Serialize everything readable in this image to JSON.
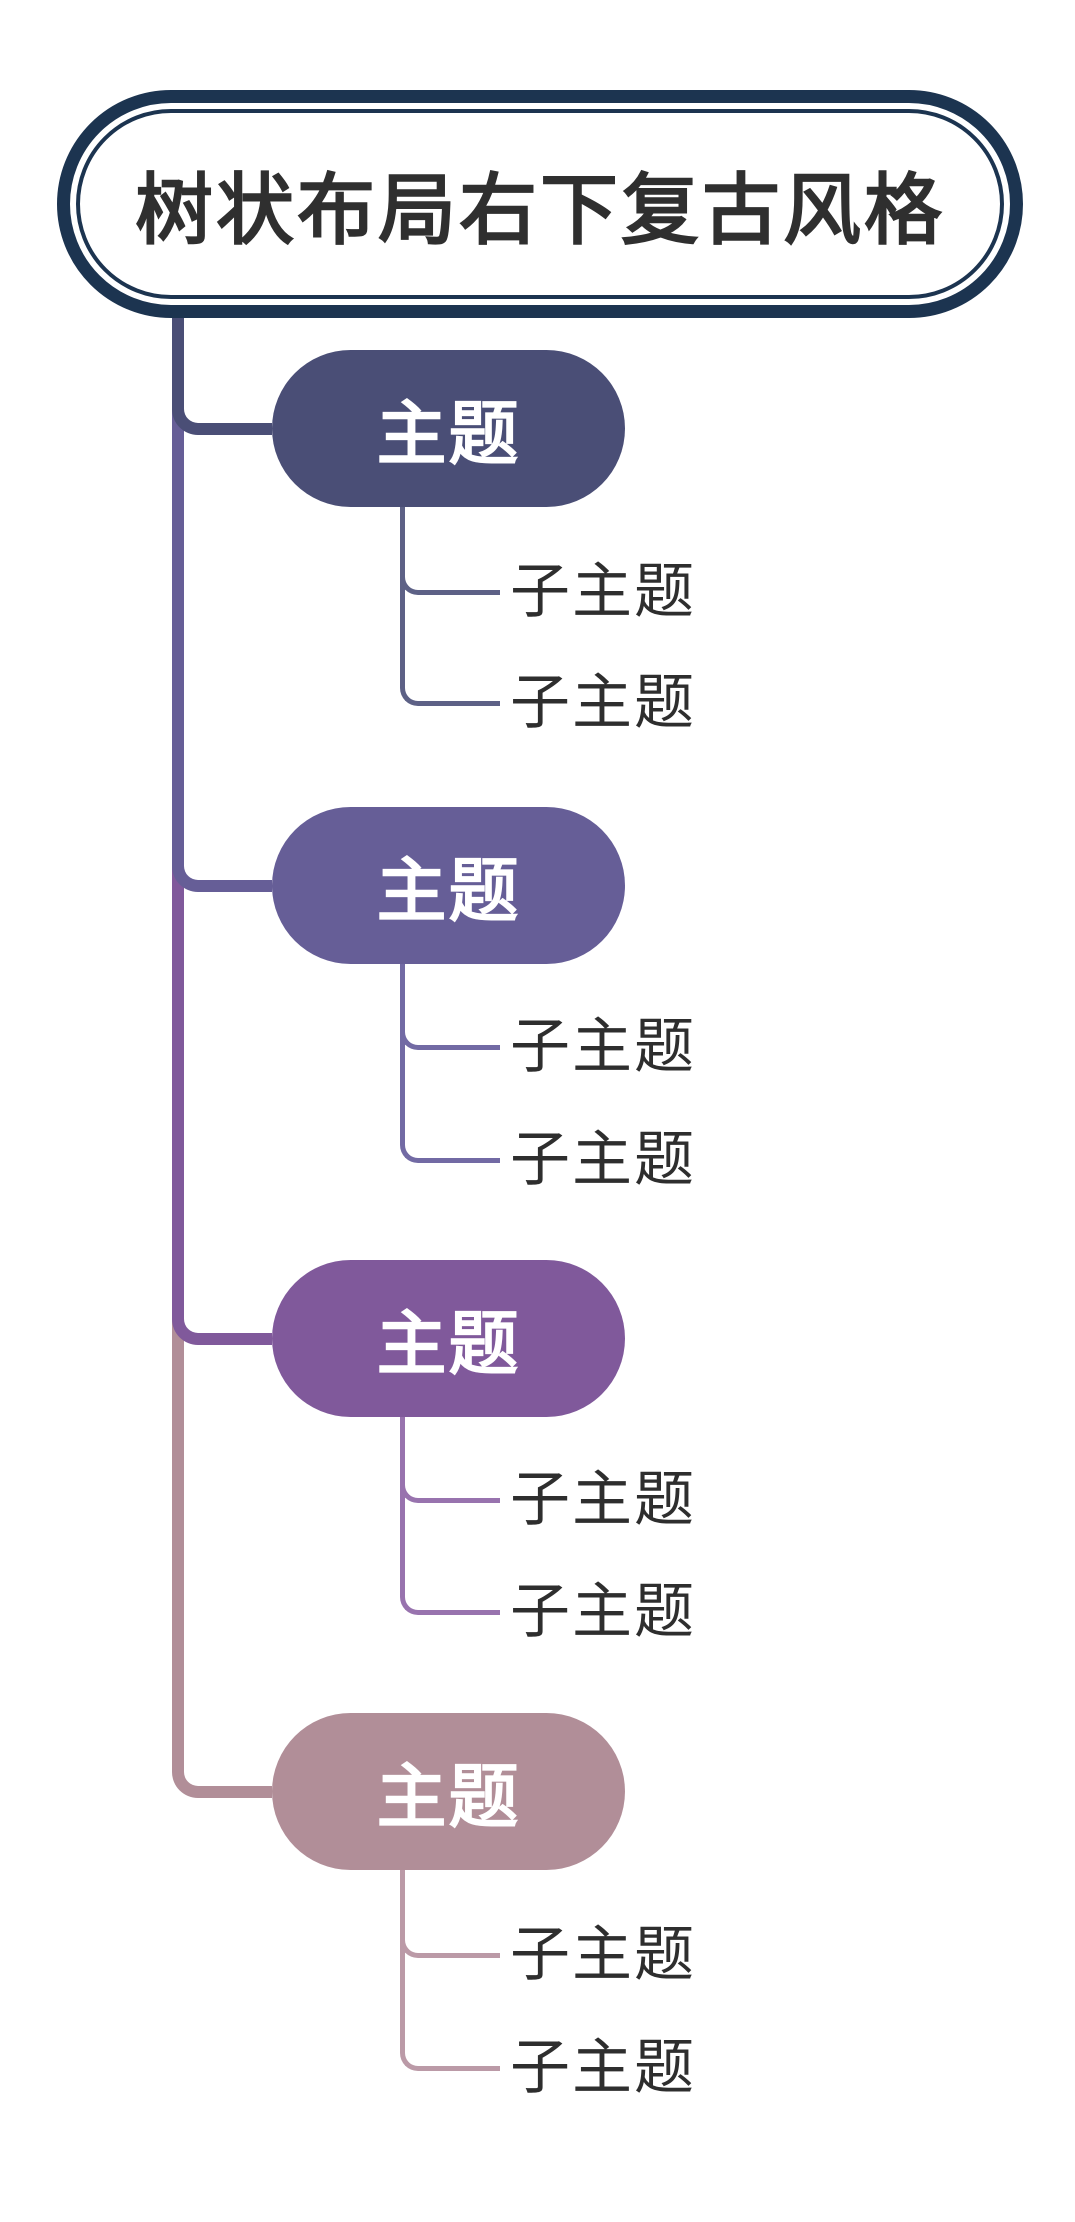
{
  "canvas": {
    "background": "#ffffff"
  },
  "root_node": {
    "label": "树状布局右下复古风格",
    "border_color": "#1c3450",
    "fill": "#ffffff",
    "text_color": "#2f2f2f"
  },
  "topics": [
    {
      "label": "主题",
      "fill": "#4a4e76",
      "text_color": "#ffffff",
      "connector_color": "#5d6186",
      "subtopics": [
        {
          "label": "子主题"
        },
        {
          "label": "子主题"
        }
      ]
    },
    {
      "label": "主题",
      "fill": "#665e97",
      "text_color": "#ffffff",
      "connector_color": "#726aa4",
      "subtopics": [
        {
          "label": "子主题"
        },
        {
          "label": "子主题"
        }
      ]
    },
    {
      "label": "主题",
      "fill": "#80599b",
      "text_color": "#ffffff",
      "connector_color": "#9873ae",
      "subtopics": [
        {
          "label": "子主题"
        },
        {
          "label": "子主题"
        }
      ]
    },
    {
      "label": "主题",
      "fill": "#b18e98",
      "text_color": "#ffffff",
      "connector_color": "#bb9aa7",
      "subtopics": [
        {
          "label": "子主题"
        },
        {
          "label": "子主题"
        }
      ]
    }
  ],
  "subtopic_style": {
    "text_color": "#2e2e2e"
  }
}
